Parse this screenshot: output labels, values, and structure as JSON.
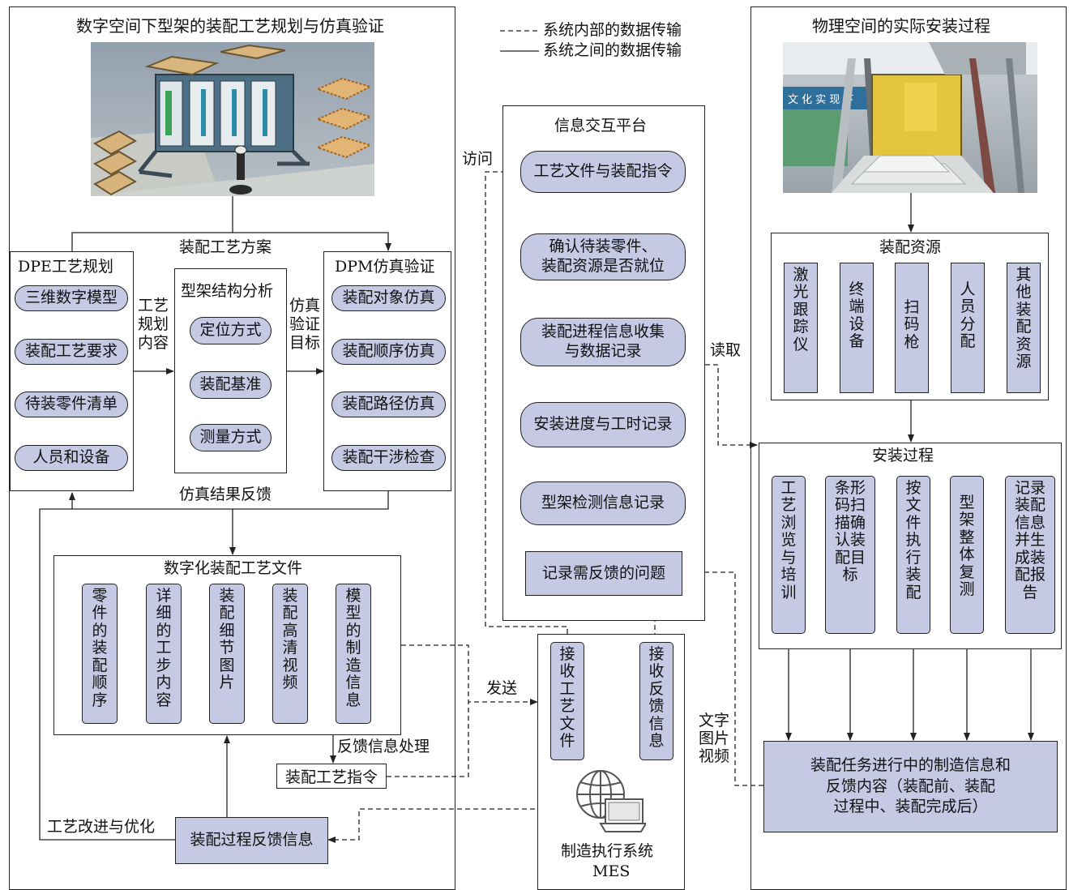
{
  "legend": {
    "dashed": "系统内部的数据传输",
    "solid": "系统之间的数据传输"
  },
  "left": {
    "title": "数字空间下型架的装配工艺规划与仿真验证",
    "scheme_label": "装配工艺方案",
    "dpe": {
      "title": "DPE工艺规划",
      "items": [
        "三维数字模型",
        "装配工艺要求",
        "待装零件清单",
        "人员和设备"
      ]
    },
    "planning_content": "工艺\n规划\n内容",
    "structure": {
      "title": "型架结构分析",
      "items": [
        "定位方式",
        "装配基准",
        "测量方式"
      ]
    },
    "sim_target": "仿真\n验证\n目标",
    "dpm": {
      "title": "DPM仿真验证",
      "items": [
        "装配对象仿真",
        "装配顺序仿真",
        "装配路径仿真",
        "装配干涉检查"
      ]
    },
    "feedback_label": "仿真结果反馈",
    "digital_docs": {
      "title": "数字化装配工艺文件",
      "items": [
        "零件的装配顺序",
        "详细的工步内容",
        "装配细节图片",
        "装配高清视频",
        "模型的制造信息"
      ]
    },
    "feedback_processing": "反馈信息处理",
    "instruction": "装配工艺指令",
    "improve": "工艺改进与优化",
    "process_feedback": "装配过程反馈信息"
  },
  "middle": {
    "platform": {
      "title": "信息交互平台",
      "steps": [
        "工艺文件与装配指令",
        "确认待装零件、\n装配资源是否就位",
        "装配进程信息收集\n与数据记录",
        "安装进度与工时记录",
        "型架检测信息记录"
      ],
      "issue": "记录需反馈的问题"
    },
    "access": "访问",
    "read": "读取",
    "send": "发送",
    "media": "文字\n图片\n视频",
    "mes": {
      "receive_docs": "接收工艺文件",
      "receive_feedback": "接收反馈信息",
      "name_line1": "制造执行系统",
      "name_line2": "MES"
    }
  },
  "right": {
    "title": "物理空间的实际安装过程",
    "photo_banner": "文 化  实 现  下",
    "resources": {
      "title": "装配资源",
      "items": [
        "激光跟踪仪",
        "终端设备",
        "扫码枪",
        "人员分配",
        "其他装配资源"
      ]
    },
    "install": {
      "title": "安装过程",
      "items": [
        "工艺浏览与培训",
        "条形码扫描确认装配目标",
        "按文件执行装配",
        "型架整体复测",
        "记录装配信息并生成装配报告"
      ]
    },
    "output": "装配任务进行中的制造信息和\n反馈内容（装配前、装配\n过程中、装配完成后）"
  },
  "colors": {
    "box_fill": "#c5c9e4",
    "line": "#222222"
  }
}
